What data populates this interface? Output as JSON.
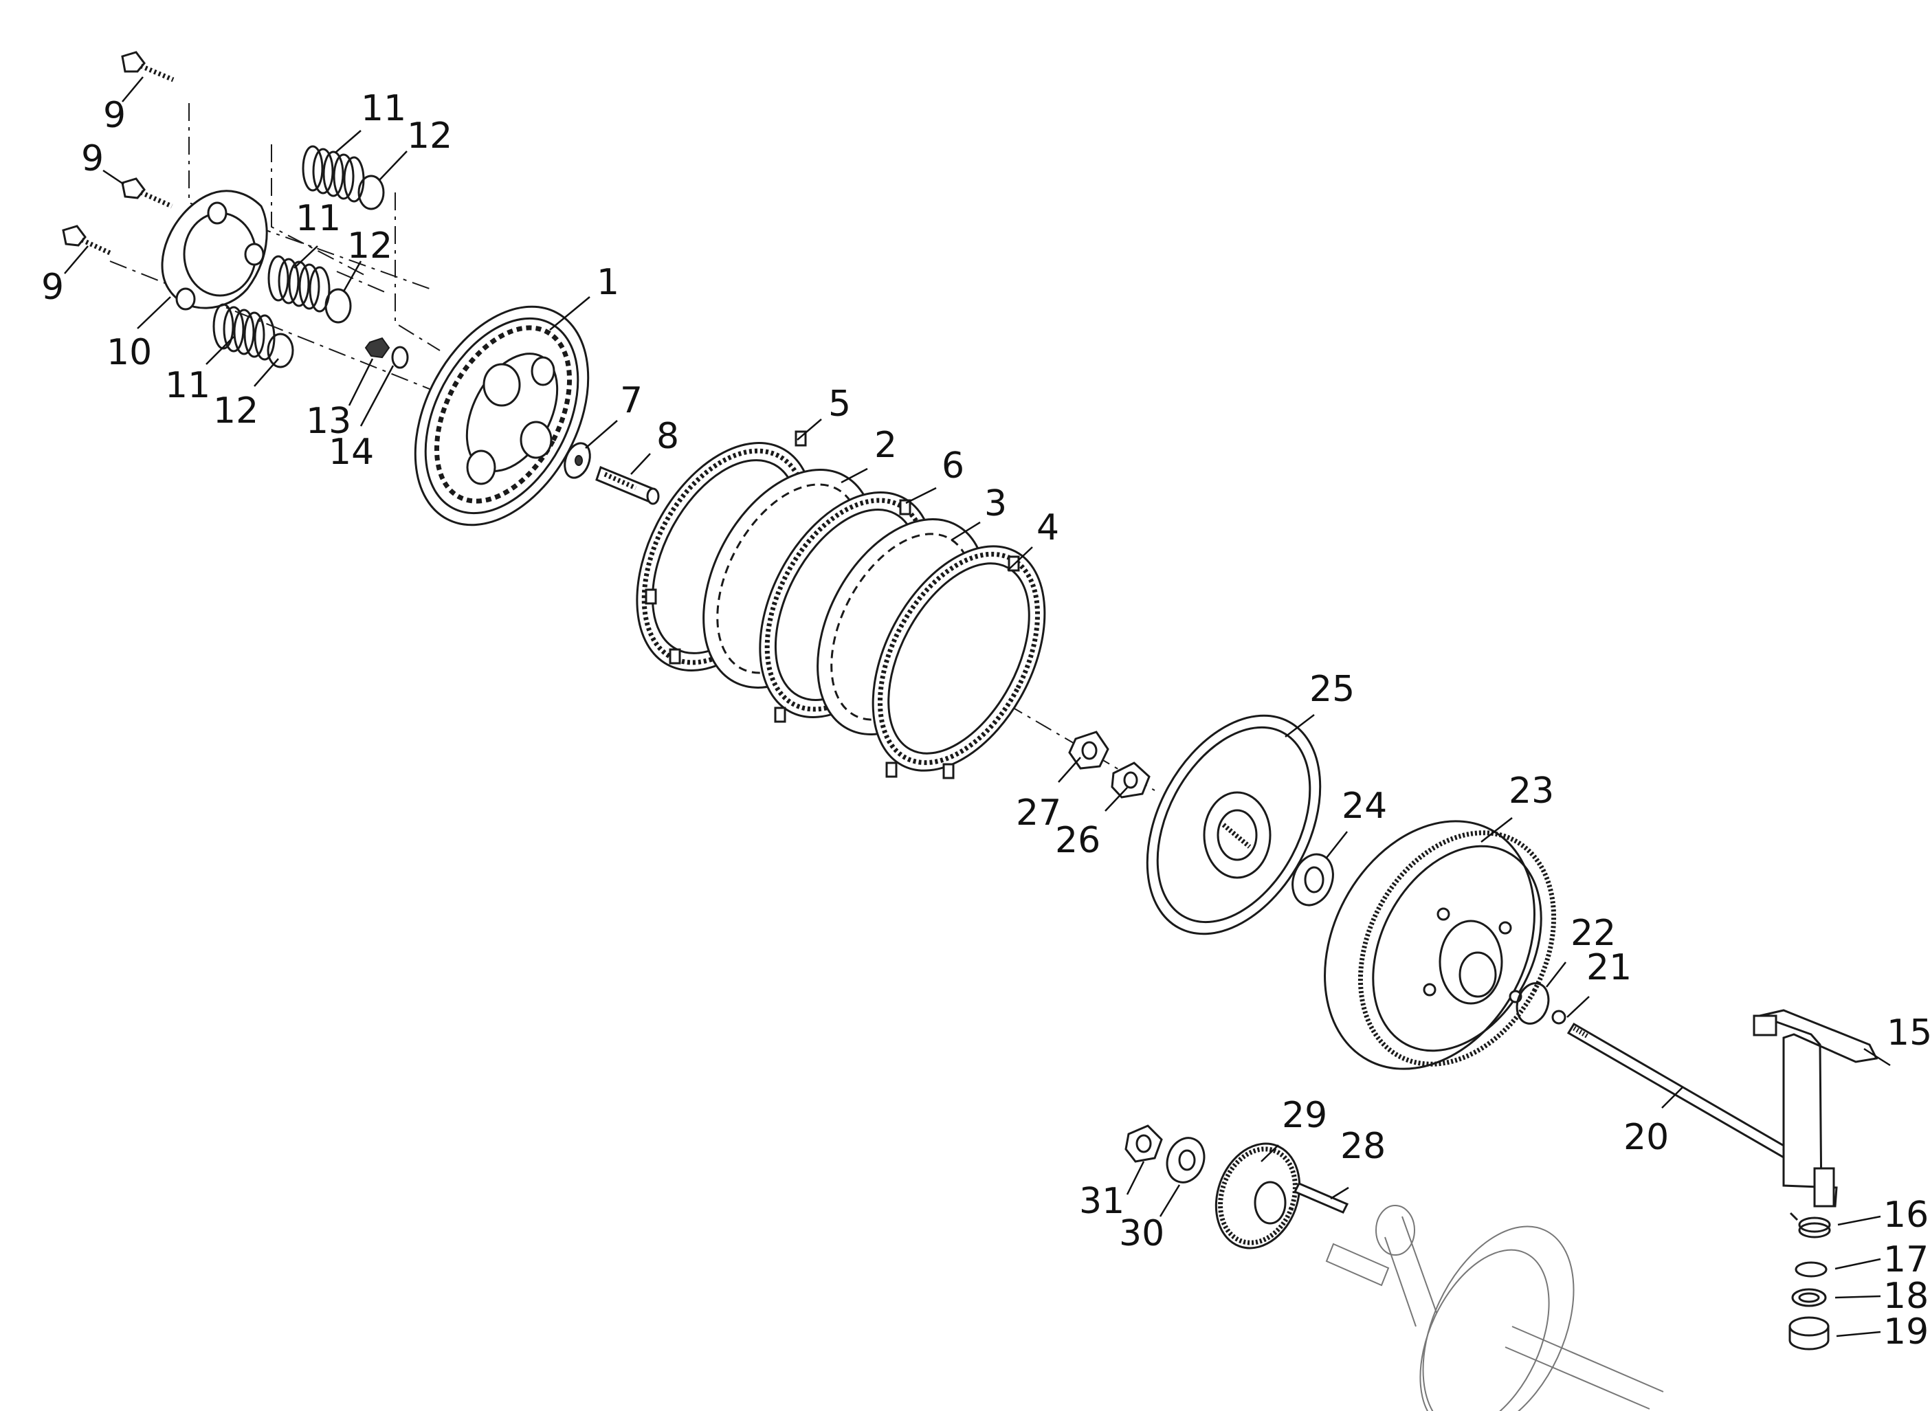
{
  "callouts": [
    {
      "id": "c9a",
      "label": "9"
    },
    {
      "id": "c9b",
      "label": "9"
    },
    {
      "id": "c9c",
      "label": "9"
    },
    {
      "id": "c10",
      "label": "10"
    },
    {
      "id": "c11a",
      "label": "11"
    },
    {
      "id": "c11b",
      "label": "11"
    },
    {
      "id": "c11c",
      "label": "11"
    },
    {
      "id": "c12a",
      "label": "12"
    },
    {
      "id": "c12b",
      "label": "12"
    },
    {
      "id": "c12c",
      "label": "12"
    },
    {
      "id": "c13",
      "label": "13"
    },
    {
      "id": "c14",
      "label": "14"
    },
    {
      "id": "c1",
      "label": "1"
    },
    {
      "id": "c7",
      "label": "7"
    },
    {
      "id": "c8",
      "label": "8"
    },
    {
      "id": "c5",
      "label": "5"
    },
    {
      "id": "c2",
      "label": "2"
    },
    {
      "id": "c6",
      "label": "6"
    },
    {
      "id": "c3",
      "label": "3"
    },
    {
      "id": "c4",
      "label": "4"
    },
    {
      "id": "c25",
      "label": "25"
    },
    {
      "id": "c24",
      "label": "24"
    },
    {
      "id": "c23",
      "label": "23"
    },
    {
      "id": "c27",
      "label": "27"
    },
    {
      "id": "c26",
      "label": "26"
    },
    {
      "id": "c22",
      "label": "22"
    },
    {
      "id": "c21",
      "label": "21"
    },
    {
      "id": "c15",
      "label": "15"
    },
    {
      "id": "c20",
      "label": "20"
    },
    {
      "id": "c29",
      "label": "29"
    },
    {
      "id": "c28",
      "label": "28"
    },
    {
      "id": "c31",
      "label": "31"
    },
    {
      "id": "c30",
      "label": "30"
    },
    {
      "id": "c16",
      "label": "16"
    },
    {
      "id": "c17",
      "label": "17"
    },
    {
      "id": "c18",
      "label": "18"
    },
    {
      "id": "c19",
      "label": "19"
    }
  ]
}
